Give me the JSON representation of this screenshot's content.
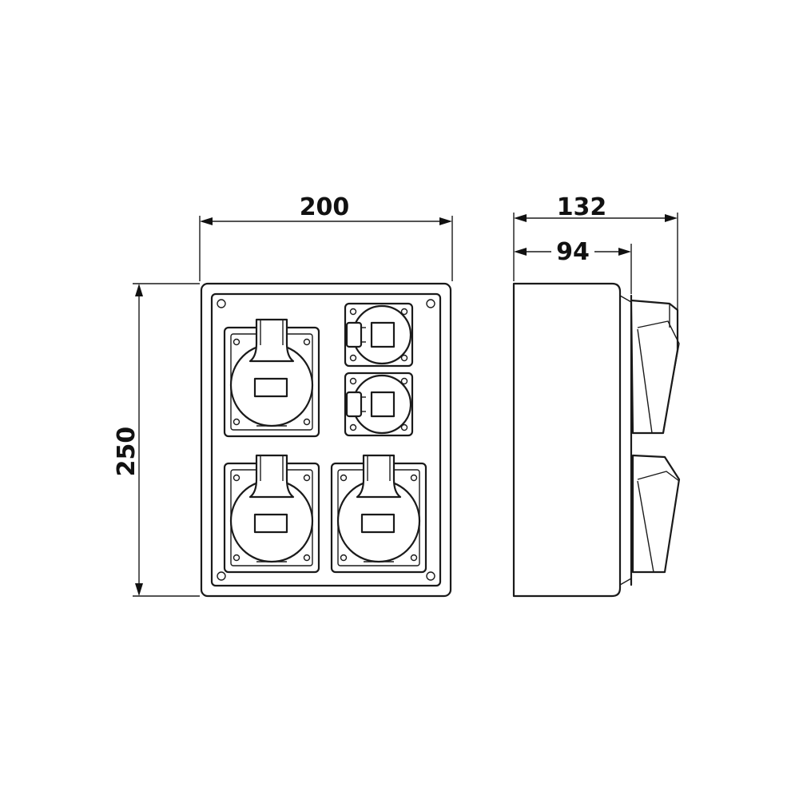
{
  "dimensions": {
    "width": "200",
    "height": "250",
    "depth_total": "132",
    "depth_body": "94"
  },
  "colors": {
    "line": "#1a1a1a",
    "background": "#ffffff"
  }
}
